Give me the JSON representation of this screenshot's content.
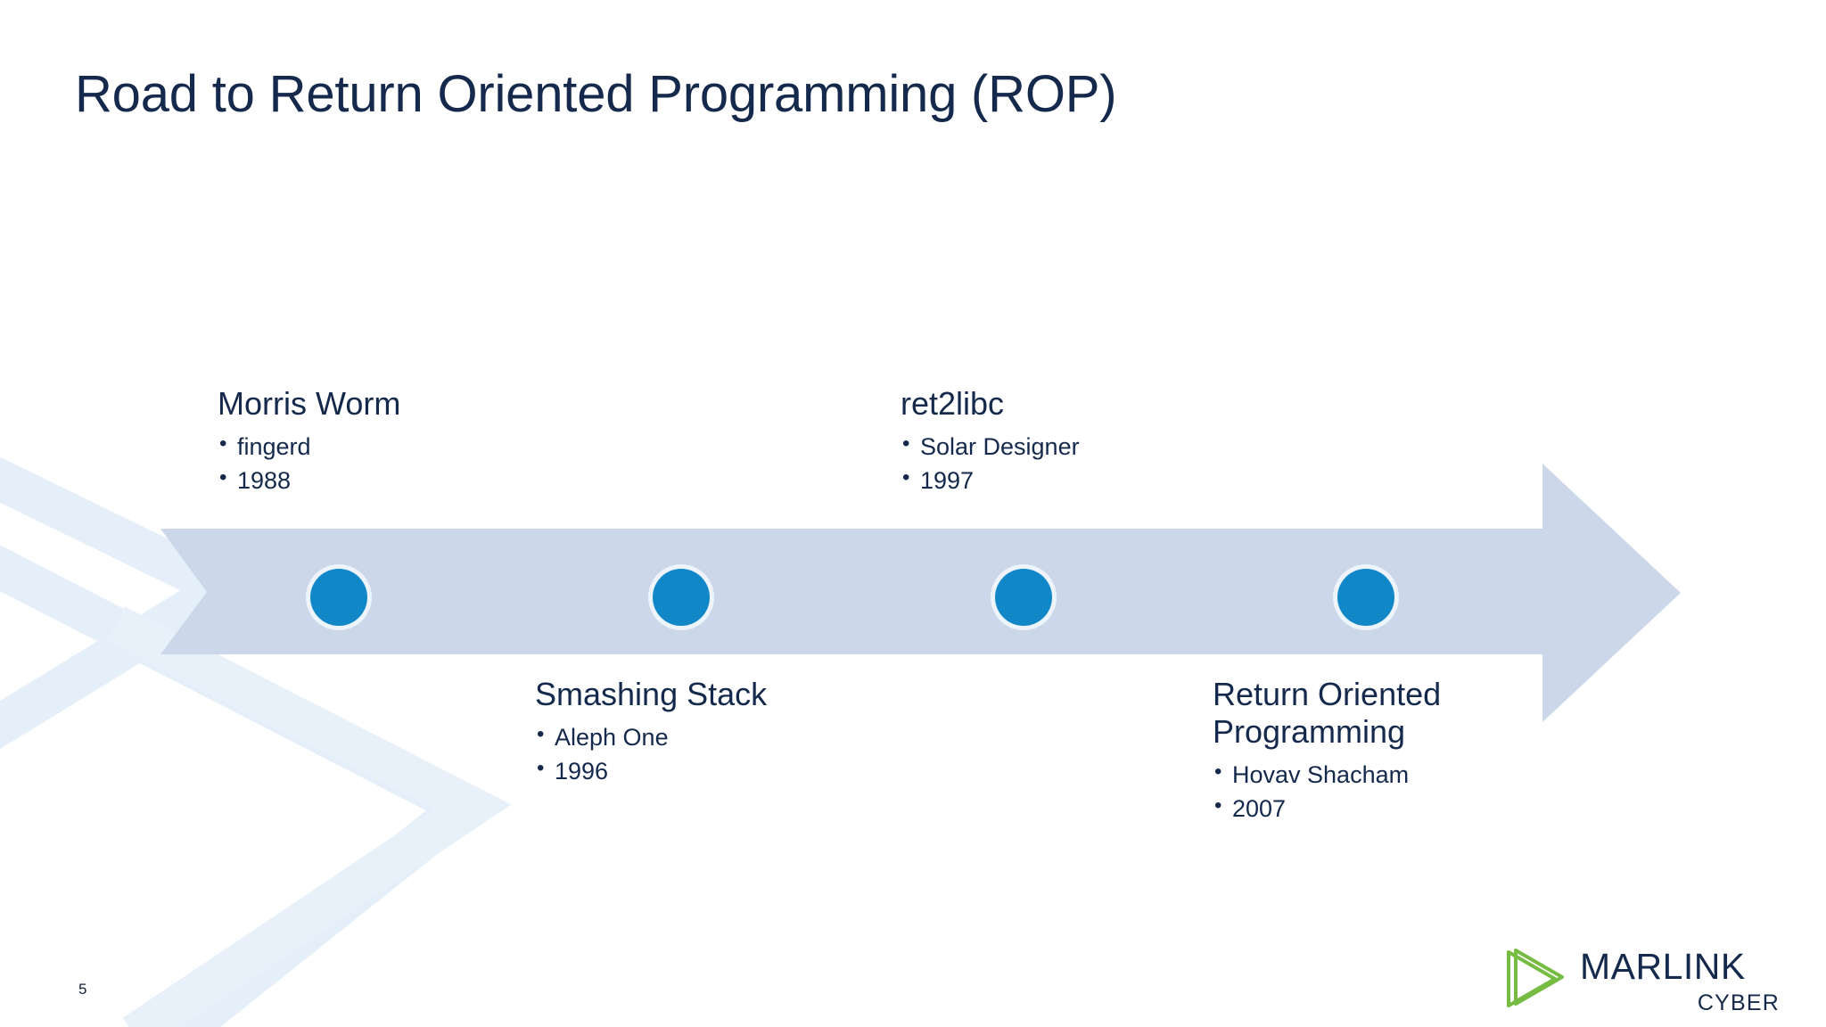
{
  "slide": {
    "title": "Road to Return Oriented Programming (ROP)",
    "page_number": "5",
    "background_color": "#FFFFFF",
    "title_color": "#14294B"
  },
  "timeline": {
    "arrow_color": "#CCD7EA",
    "dot_color": "#1187C8",
    "dot_halo_color": "#EEF4FB",
    "decor_color": "#E6F0F9",
    "milestones": [
      {
        "heading": "Morris Worm",
        "bullets": [
          "fingerd",
          "1988"
        ],
        "position": "above"
      },
      {
        "heading": "Smashing Stack",
        "bullets": [
          "Aleph One",
          "1996"
        ],
        "position": "below"
      },
      {
        "heading": "ret2libc",
        "bullets": [
          "Solar Designer",
          "1997"
        ],
        "position": "above"
      },
      {
        "heading": "Return Oriented\nProgramming",
        "bullets": [
          "Hovav Shacham",
          "2007"
        ],
        "position": "below"
      }
    ]
  },
  "logo": {
    "word": "MARLINK",
    "sub": "CYBER",
    "mark_color": "#76BC43",
    "text_color": "#14294B"
  }
}
